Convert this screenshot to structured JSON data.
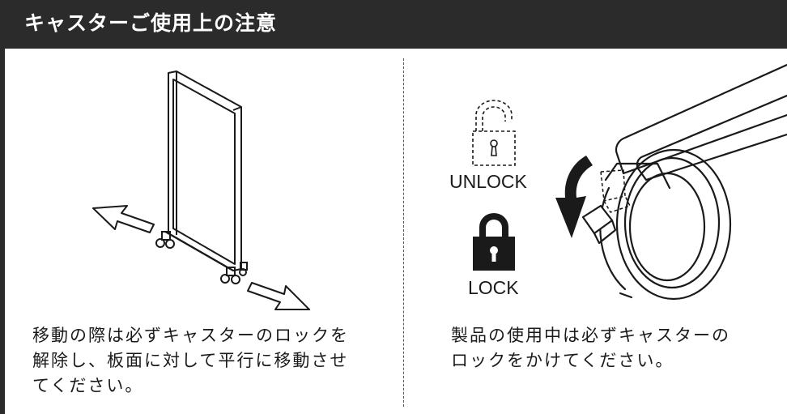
{
  "header": {
    "title": "キャスターご使用上の注意"
  },
  "left_panel": {
    "caption_lines": [
      "移動の際は必ずキャスターのロックを",
      "解除し、板面に対して平行に移動させ",
      "てください。"
    ]
  },
  "right_panel": {
    "unlock_label": "UNLOCK",
    "lock_label": "LOCK",
    "caption_lines": [
      "製品の使用中は必ずキャスターの",
      "ロックをかけてください。"
    ]
  }
}
